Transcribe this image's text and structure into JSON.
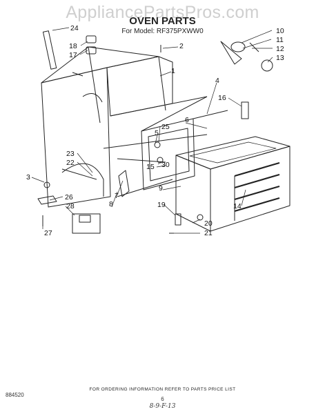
{
  "watermark": "AppliancePartsPros.com",
  "title": "OVEN PARTS",
  "subtitle": "For Model: RF375PXWW0",
  "callouts": {
    "c1": "1",
    "c2": "2",
    "c3": "3",
    "c4": "4",
    "c5": "5",
    "c6": "6",
    "c7": "7",
    "c8": "8",
    "c9": "9",
    "c10": "10",
    "c11": "11",
    "c12": "12",
    "c13": "13",
    "c14": "14",
    "c15": "15",
    "c16": "16",
    "c17": "17",
    "c18": "18",
    "c19": "19",
    "c20": "20",
    "c21": "21",
    "c22": "22",
    "c23": "23",
    "c24": "24",
    "c25": "25",
    "c26": "26",
    "c27": "27",
    "c28": "28",
    "c30": "30"
  },
  "footer": {
    "note": "FOR ORDERING INFORMATION REFER TO PARTS PRICE LIST",
    "code": "884520",
    "page": "6",
    "handwritten": "8-9-F-13"
  }
}
